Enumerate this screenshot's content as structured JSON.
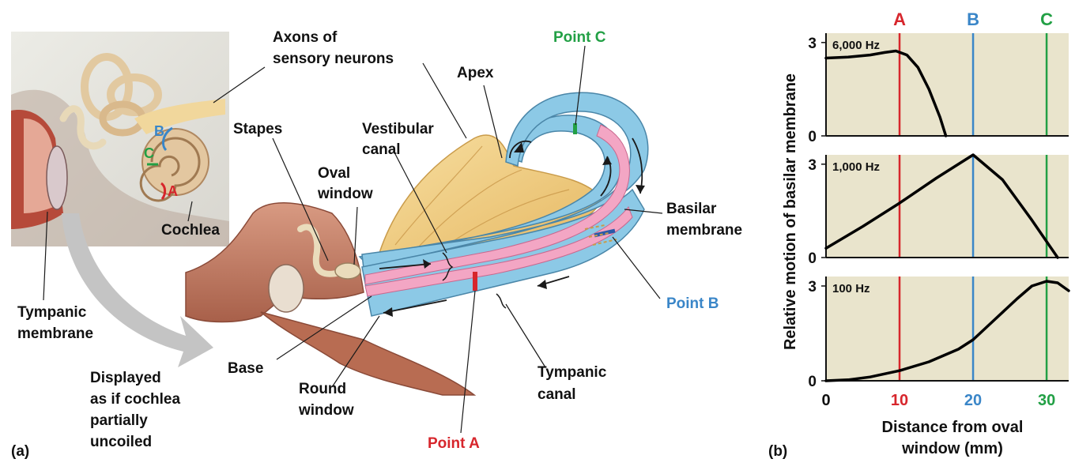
{
  "panel_a": {
    "panel_label": "(a)",
    "inset": {
      "marker_a": "A",
      "marker_b": "B",
      "marker_c": "C"
    },
    "labels": {
      "axons_line1": "Axons of",
      "axons_line2": "sensory neurons",
      "apex": "Apex",
      "stapes": "Stapes",
      "vestibular_line1": "Vestibular",
      "vestibular_line2": "canal",
      "oval_line1": "Oval",
      "oval_line2": "window",
      "cochlea": "Cochlea",
      "tympanic_membrane_line1": "Tympanic",
      "tympanic_membrane_line2": "membrane",
      "displayed_line1": "Displayed",
      "displayed_line2": "as if cochlea",
      "displayed_line3": "partially",
      "displayed_line4": "uncoiled",
      "base": "Base",
      "round_line1": "Round",
      "round_line2": "window",
      "tympanic_canal_line1": "Tympanic",
      "tympanic_canal_line2": "canal",
      "basilar_line1": "Basilar",
      "basilar_line2": "membrane",
      "point_a": "Point A",
      "point_b": "Point B",
      "point_c": "Point C"
    }
  },
  "panel_b": {
    "panel_label": "(b)",
    "ylabel": "Relative motion of basilar membrane",
    "xlabel_line1": "Distance from oval",
    "xlabel_line2": "window (mm)",
    "markers": [
      {
        "label": "A",
        "x": 10,
        "color": "#d7262c"
      },
      {
        "label": "B",
        "x": 20,
        "color": "#3a86c8"
      },
      {
        "label": "C",
        "x": 30,
        "color": "#22a045"
      }
    ],
    "x_ticks": [
      {
        "label": "0",
        "color": "#111111"
      },
      {
        "label": "10",
        "color": "#d7262c"
      },
      {
        "label": "20",
        "color": "#3a86c8"
      },
      {
        "label": "30",
        "color": "#22a045"
      }
    ],
    "y_tick_labels": [
      "0",
      "3"
    ],
    "plot_bg": "#e9e4cc"
  },
  "chart_data": [
    {
      "type": "line",
      "title": "6,000 Hz",
      "xlim": [
        0,
        33
      ],
      "ylim": [
        0,
        3.3
      ],
      "x": [
        0,
        3,
        6,
        8,
        9.5,
        11,
        12.5,
        14,
        15.5,
        16.3
      ],
      "y": [
        2.5,
        2.53,
        2.6,
        2.68,
        2.73,
        2.6,
        2.2,
        1.5,
        0.6,
        0
      ]
    },
    {
      "type": "line",
      "title": "1,000 Hz",
      "xlim": [
        0,
        33
      ],
      "ylim": [
        0,
        3.3
      ],
      "x": [
        0,
        5,
        10,
        15,
        20,
        24,
        28,
        31.5
      ],
      "y": [
        0.3,
        1.0,
        1.75,
        2.55,
        3.3,
        2.5,
        1.2,
        0
      ]
    },
    {
      "type": "line",
      "title": "100 Hz",
      "xlim": [
        0,
        33
      ],
      "ylim": [
        0,
        3.3
      ],
      "x": [
        0,
        3,
        6,
        10,
        14,
        18,
        20,
        23,
        26,
        28,
        30,
        31.5,
        33
      ],
      "y": [
        0,
        0.03,
        0.12,
        0.32,
        0.6,
        1.0,
        1.3,
        1.95,
        2.6,
        3.0,
        3.15,
        3.1,
        2.85
      ]
    }
  ],
  "colors": {
    "red": "#d7262c",
    "blue": "#3a86c8",
    "green": "#22a045",
    "vestibular_fill": "#8cc9e6",
    "duct_fill": "#f3a6c4",
    "bone_fill": "#c9876f"
  }
}
